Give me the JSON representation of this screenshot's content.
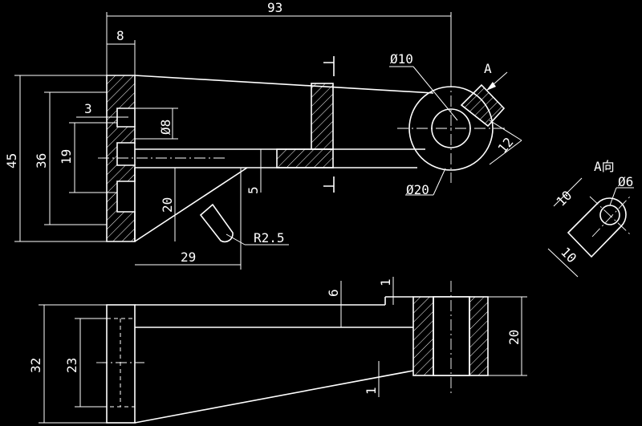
{
  "colors": {
    "background": "#000000",
    "stroke": "#ffffff"
  },
  "dimensions": {
    "overall_length": "93",
    "left_width": "8",
    "slot_depth": "3",
    "hole_dia": "Ø8",
    "height_total": "45",
    "height_inner": "36",
    "height_slot": "19",
    "rib_height": "20",
    "web_thickness": "5",
    "rib_length": "29",
    "fillet_radius": "R2.5",
    "boss_inner": "Ø10",
    "boss_outer": "Ø20",
    "lug_width": "12",
    "view_arrow": "A",
    "view_label": "A向",
    "aux_hole": "Ø6",
    "aux_top": "10",
    "aux_side": "10",
    "front_height": "32",
    "front_inner": "23",
    "front_step": "6",
    "front_gap_top": "1",
    "front_gap_bottom": "1",
    "boss_height": "20"
  }
}
